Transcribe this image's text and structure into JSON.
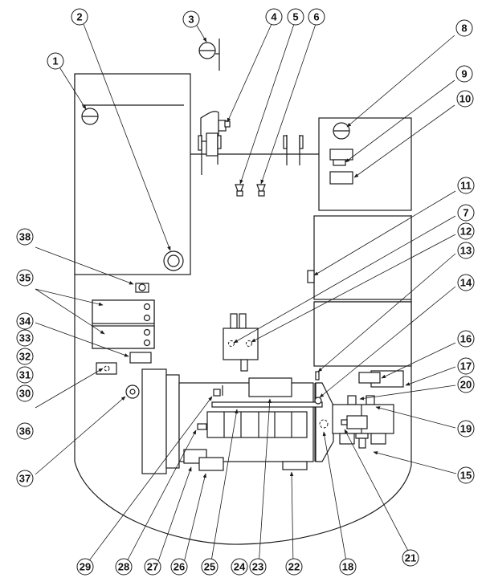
{
  "diagram": {
    "title": "Component location diagram",
    "style": {
      "line_color": "#1a1a1a",
      "background": "#ffffff"
    },
    "callouts": [
      {
        "id": "1",
        "label": "1"
      },
      {
        "id": "2",
        "label": "2"
      },
      {
        "id": "3",
        "label": "3"
      },
      {
        "id": "4",
        "label": "4"
      },
      {
        "id": "5",
        "label": "5"
      },
      {
        "id": "6",
        "label": "6"
      },
      {
        "id": "7",
        "label": "7"
      },
      {
        "id": "8",
        "label": "8"
      },
      {
        "id": "9",
        "label": "9"
      },
      {
        "id": "10",
        "label": "10"
      },
      {
        "id": "11",
        "label": "11"
      },
      {
        "id": "12",
        "label": "12"
      },
      {
        "id": "13",
        "label": "13"
      },
      {
        "id": "14",
        "label": "14"
      },
      {
        "id": "15",
        "label": "15"
      },
      {
        "id": "16",
        "label": "16"
      },
      {
        "id": "17",
        "label": "17"
      },
      {
        "id": "18",
        "label": "18"
      },
      {
        "id": "19",
        "label": "19"
      },
      {
        "id": "20",
        "label": "20"
      },
      {
        "id": "21",
        "label": "21"
      },
      {
        "id": "22",
        "label": "22"
      },
      {
        "id": "23",
        "label": "23"
      },
      {
        "id": "24",
        "label": "24"
      },
      {
        "id": "25",
        "label": "25"
      },
      {
        "id": "26",
        "label": "26"
      },
      {
        "id": "27",
        "label": "27"
      },
      {
        "id": "28",
        "label": "28"
      },
      {
        "id": "29",
        "label": "29"
      },
      {
        "id": "30",
        "label": "30"
      },
      {
        "id": "31",
        "label": "31"
      },
      {
        "id": "32",
        "label": "32"
      },
      {
        "id": "33",
        "label": "33"
      },
      {
        "id": "34",
        "label": "34"
      },
      {
        "id": "35",
        "label": "35"
      },
      {
        "id": "36",
        "label": "36"
      },
      {
        "id": "37",
        "label": "37"
      },
      {
        "id": "38",
        "label": "38"
      }
    ]
  }
}
